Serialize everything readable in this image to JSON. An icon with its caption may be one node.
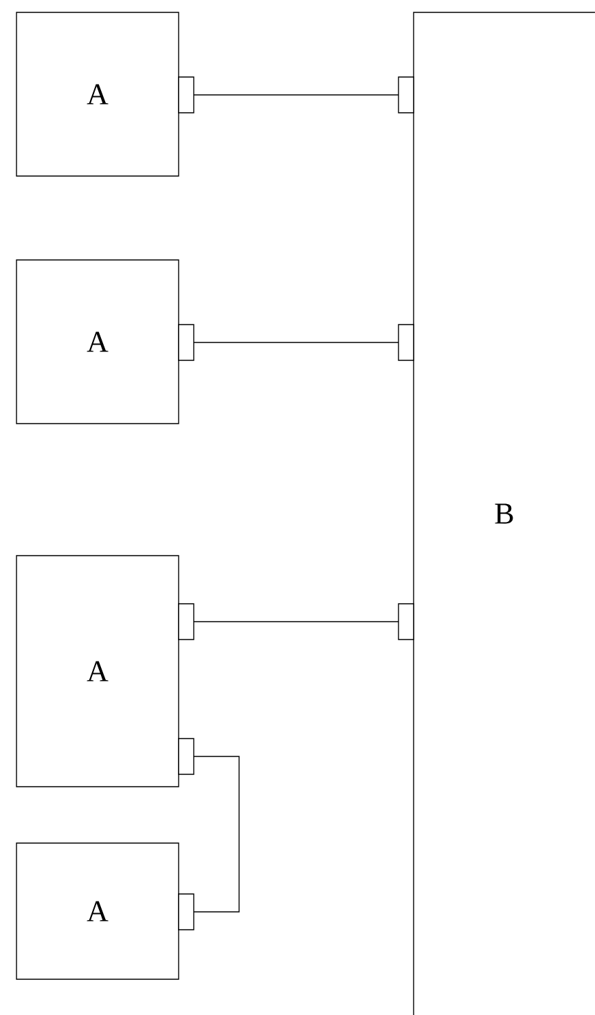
{
  "diagram": {
    "nodes": [
      {
        "text": [
          "A"
        ]
      },
      {
        "text": [
          "A"
        ]
      },
      {
        "text": [
          "A"
        ]
      },
      {
        "text": [
          "A"
        ]
      },
      {
        "text": [
          "B"
        ]
      }
    ],
    "edges": [
      {
        "from": 0,
        "to": 4,
        "arrow": "none"
      },
      {
        "from": 1,
        "to": 4,
        "arrow": "none"
      },
      {
        "from": 2,
        "to": 4,
        "arrow": "none"
      },
      {
        "from": 2,
        "to": 3,
        "arrow": "none"
      }
    ]
  }
}
